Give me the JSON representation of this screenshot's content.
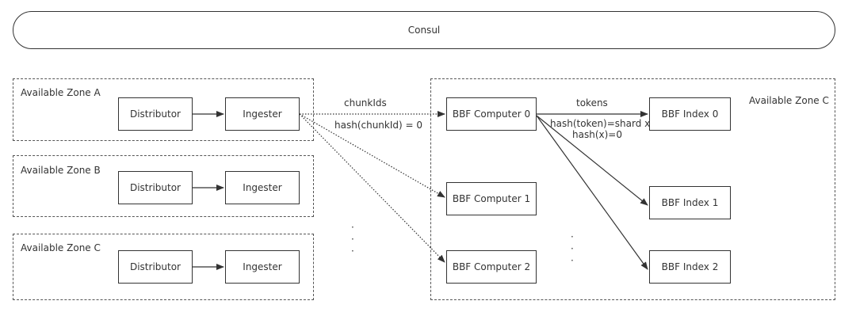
{
  "consul": {
    "label": "Consul"
  },
  "zones": [
    {
      "label": "Available Zone A",
      "distributor": "Distributor",
      "ingester": "Ingester"
    },
    {
      "label": "Available Zone B",
      "distributor": "Distributor",
      "ingester": "Ingester"
    },
    {
      "label": "Available Zone C",
      "distributor": "Distributor",
      "ingester": "Ingester"
    }
  ],
  "compute_zone": {
    "label": "Available Zone C",
    "computers": [
      "BBF Computer 0",
      "BBF Computer 1",
      "BBF Computer 2"
    ],
    "indexes": [
      "BBF Index 0",
      "BBF Index 1",
      "BBF Index 2"
    ]
  },
  "edge_labels": {
    "chunk_ids": "chunkIds",
    "hash_chunk": "hash(chunkId) = 0",
    "tokens": "tokens",
    "hash_token": "hash(token)=shard x",
    "hash_x": "hash(x)=0"
  },
  "ellipsis": "·"
}
